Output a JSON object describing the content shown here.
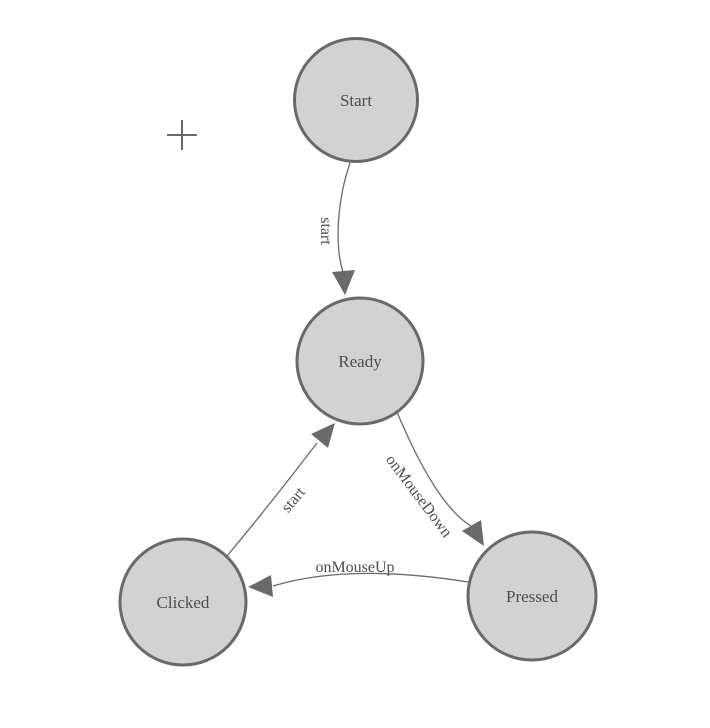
{
  "diagram": {
    "title": "state-machine",
    "nodes": [
      {
        "id": "start",
        "label": "Start"
      },
      {
        "id": "ready",
        "label": "Ready"
      },
      {
        "id": "clicked",
        "label": "Clicked"
      },
      {
        "id": "pressed",
        "label": "Pressed"
      }
    ],
    "edges": [
      {
        "from": "start",
        "to": "ready",
        "label": "start"
      },
      {
        "from": "ready",
        "to": "pressed",
        "label": "onMouseDown"
      },
      {
        "from": "pressed",
        "to": "clicked",
        "label": "onMouseUp"
      },
      {
        "from": "clicked",
        "to": "ready",
        "label": "start"
      }
    ]
  },
  "colors": {
    "canvas_background": "#ffffff",
    "node_fill": "#d2d2d2",
    "node_stroke": "#696969",
    "node_label": "#4d4d4d",
    "edge_stroke": "#696969",
    "arrowhead_fill": "#696969",
    "edge_label": "#4d4d4d",
    "crosshair": "#696969"
  }
}
